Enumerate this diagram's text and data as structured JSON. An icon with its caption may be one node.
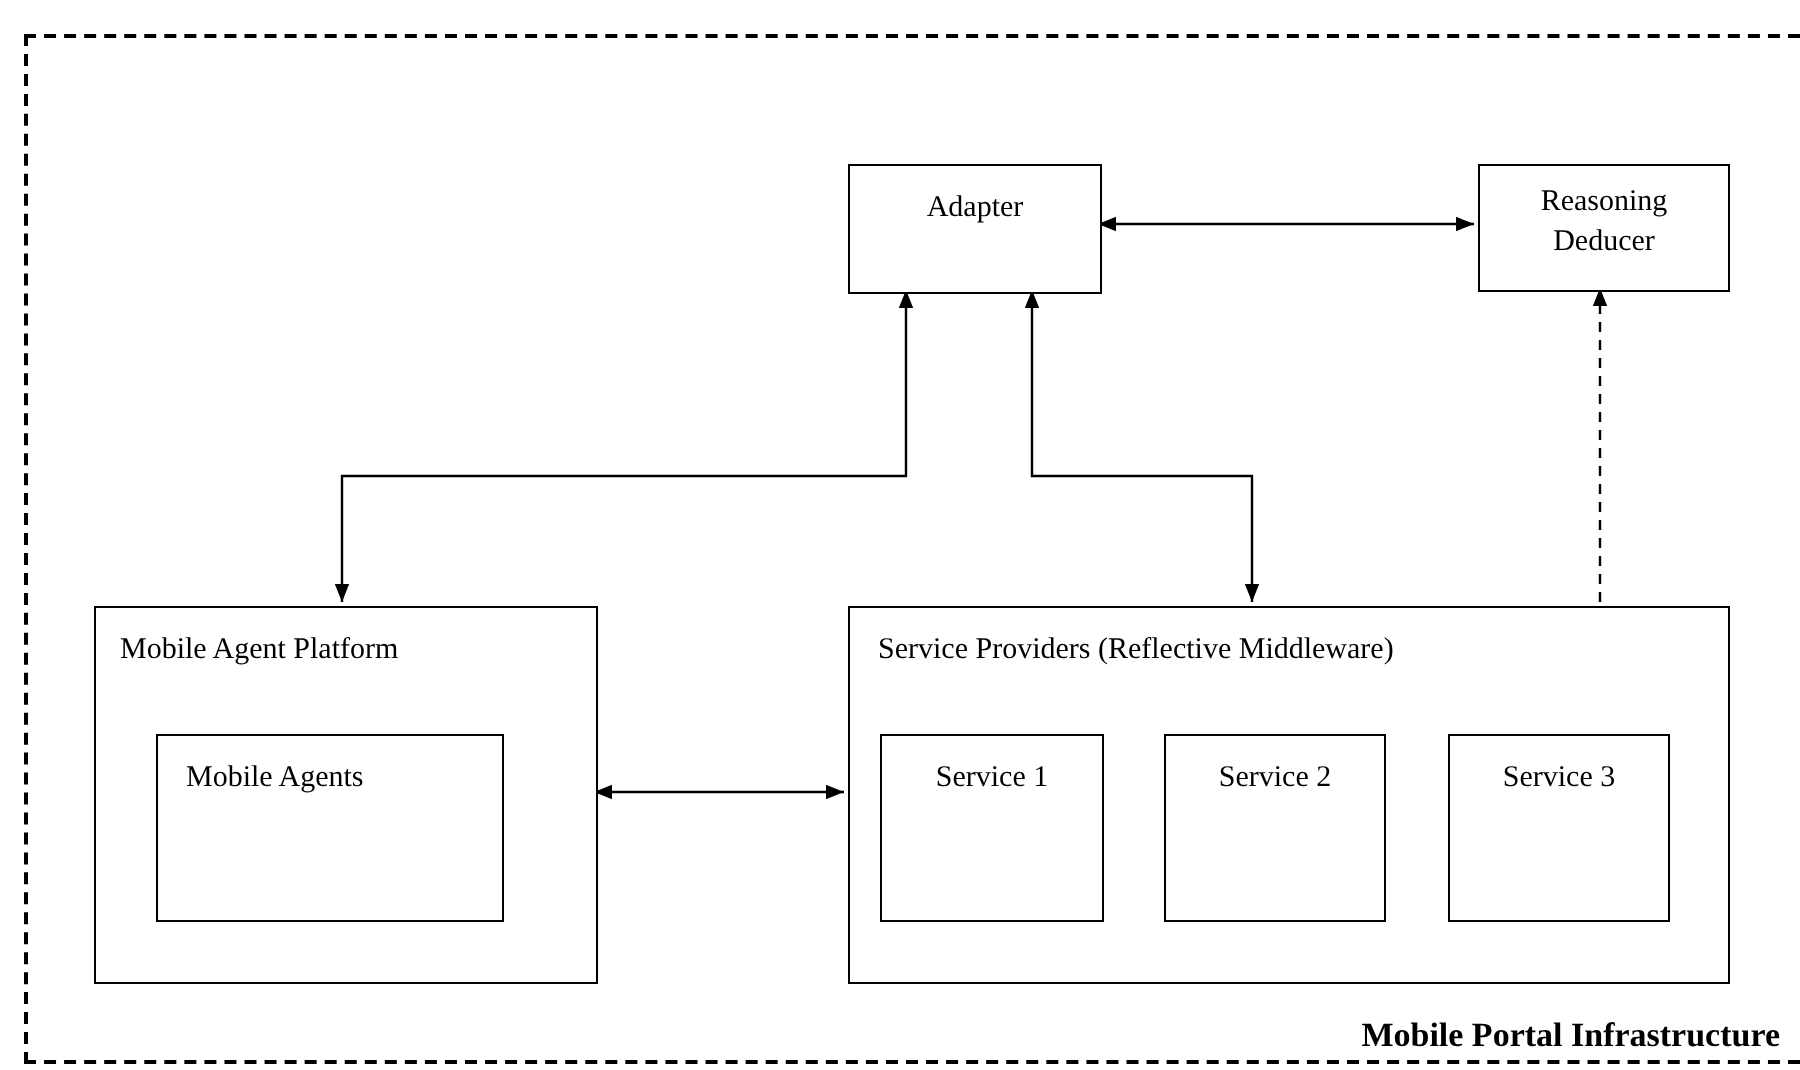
{
  "diagram": {
    "nodes": [
      {
        "text": [
          "Mobile Portal Infrastructure"
        ]
      },
      {
        "text": [
          "Adapter"
        ],
        "in": 0
      },
      {
        "text": [
          "Reasoning Deducer"
        ],
        "in": 0
      },
      {
        "text": [
          "Mobile Agent Platform"
        ],
        "in": 0
      },
      {
        "text": [
          "Mobile Agents"
        ],
        "in": 3
      },
      {
        "text": [
          "Service Providers (Reflective Middleware)"
        ],
        "in": 0
      },
      {
        "text": [
          "Service 1"
        ],
        "in": 5
      },
      {
        "text": [
          "Service 2"
        ],
        "in": 5
      },
      {
        "text": [
          "Service 3"
        ],
        "in": 5
      }
    ],
    "edges": [
      {
        "from": 1,
        "to": 2,
        "arrow": "both"
      },
      {
        "from": 1,
        "to": 3,
        "arrow": "both"
      },
      {
        "from": 1,
        "to": 5,
        "arrow": "both"
      },
      {
        "from": 3,
        "to": 5,
        "arrow": "both"
      },
      {
        "from": 5,
        "to": 2,
        "arrow": "to",
        "style": "dashed"
      }
    ]
  }
}
